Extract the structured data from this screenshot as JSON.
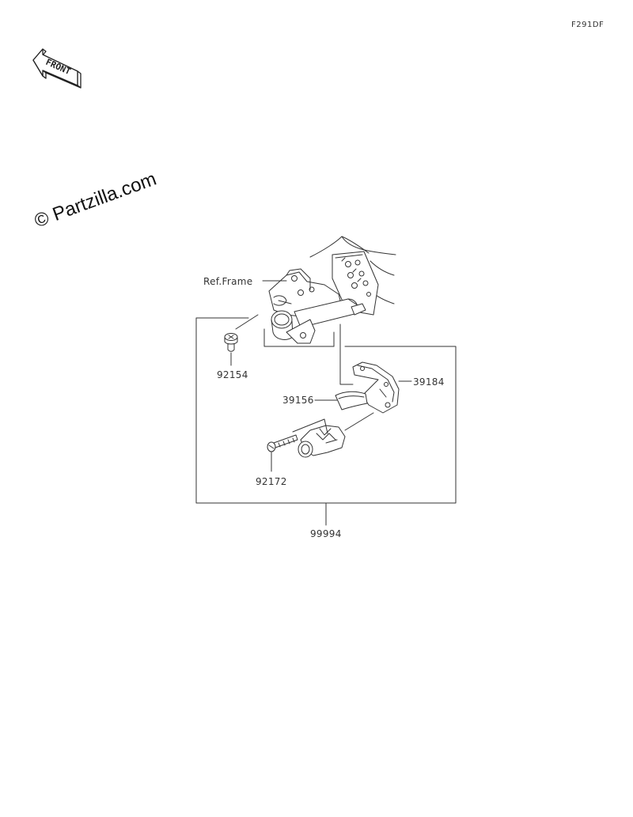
{
  "diagram": {
    "code": "F291DF",
    "watermark": "© Partzilla.com",
    "front_indicator": "FRONT",
    "ref_label": "Ref.Frame",
    "colors": {
      "line": "#333333",
      "background": "#ffffff"
    }
  },
  "parts": [
    {
      "number": "92154",
      "name_visible": false
    },
    {
      "number": "39184",
      "name_visible": false
    },
    {
      "number": "39156",
      "name_visible": false
    },
    {
      "number": "92172",
      "name_visible": false
    },
    {
      "number": "99994",
      "name_visible": false
    }
  ]
}
